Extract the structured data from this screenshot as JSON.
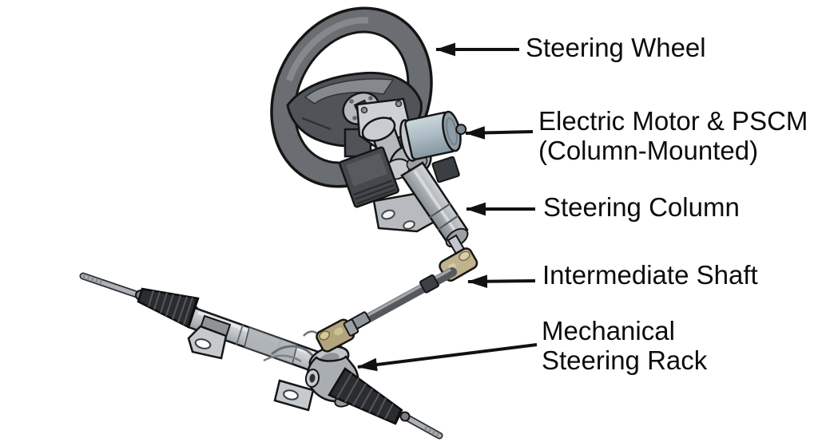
{
  "figure": {
    "labels": [
      {
        "id": "steering-wheel",
        "lines": [
          "Steering Wheel"
        ]
      },
      {
        "id": "electric-motor-pscm",
        "lines": [
          "Electric Motor & PSCM",
          "(Column-Mounted)"
        ]
      },
      {
        "id": "steering-column",
        "lines": [
          "Steering Column"
        ]
      },
      {
        "id": "intermediate-shaft",
        "lines": [
          "Intermediate Shaft"
        ]
      },
      {
        "id": "mechanical-steering-rack",
        "lines": [
          "Mechanical",
          "Steering Rack"
        ]
      }
    ],
    "colors": {
      "background": "#ffffff",
      "text": "#0c0c0c",
      "arrow": "#111111",
      "outline": "#151515",
      "wheel_rim": "#6a6e72",
      "wheel_pad": "#505458",
      "motor_body": "#aebdc6",
      "metal_light": "#c9cdd1",
      "metal_mid": "#9aa0a4",
      "joint_tan": "#b2a47c",
      "boot_rubber": "#2a2c2f"
    }
  }
}
